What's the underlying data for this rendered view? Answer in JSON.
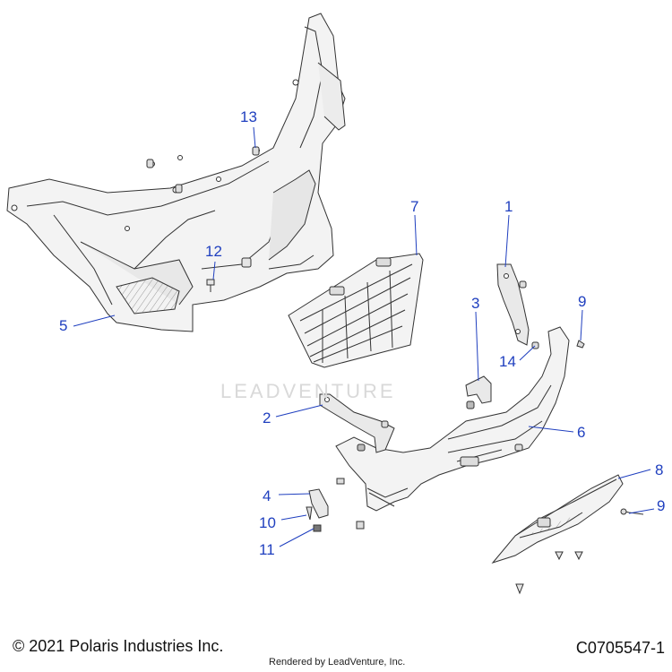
{
  "diagram": {
    "callouts": [
      {
        "id": "c13",
        "label": "13"
      },
      {
        "id": "c12",
        "label": "12"
      },
      {
        "id": "c5",
        "label": "5"
      },
      {
        "id": "c7",
        "label": "7"
      },
      {
        "id": "c1",
        "label": "1"
      },
      {
        "id": "c3",
        "label": "3"
      },
      {
        "id": "c9a",
        "label": "9"
      },
      {
        "id": "c14",
        "label": "14"
      },
      {
        "id": "c2",
        "label": "2"
      },
      {
        "id": "c6",
        "label": "6"
      },
      {
        "id": "c8",
        "label": "8"
      },
      {
        "id": "c4",
        "label": "4"
      },
      {
        "id": "c10",
        "label": "10"
      },
      {
        "id": "c11",
        "label": "11"
      },
      {
        "id": "c9b",
        "label": "9"
      }
    ],
    "watermark": "LEADVENTURE",
    "colors": {
      "callout": "#1f3fbf",
      "line": "#1f3fbf",
      "part_stroke": "#333333",
      "part_fill": "#f2f2f2"
    }
  },
  "footer": {
    "copyright": "© 2021 Polaris Industries Inc.",
    "rendered_by": "Rendered by LeadVenture, Inc.",
    "diagram_code": "C0705547-1"
  }
}
